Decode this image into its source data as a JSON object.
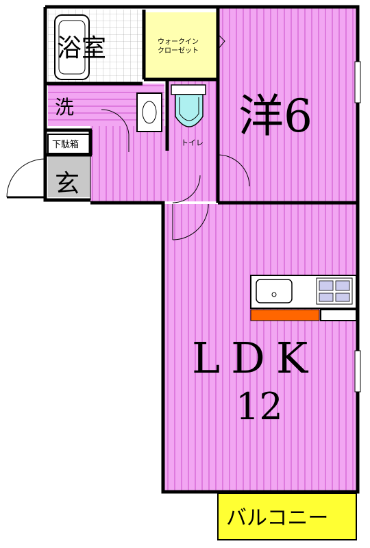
{
  "rooms": {
    "bath": "浴室",
    "walkin_closet_1": "ウォークイン",
    "walkin_closet_2": "クローゼット",
    "western": "洋6",
    "washroom": "洗",
    "shoe_box": "下駄箱",
    "entrance": "玄",
    "toilet": "トイレ",
    "ldk": "LDK",
    "ldk_size": "12",
    "balcony": "バルコニー"
  },
  "colors": {
    "floor": "#f2a6f2",
    "floor_stripe": "#c94fc9",
    "closet": "#ffffb0",
    "balcony": "#ffff33",
    "entrance_floor": "#c8c8c8",
    "counter": "#ff6600",
    "wall": "#000000"
  }
}
